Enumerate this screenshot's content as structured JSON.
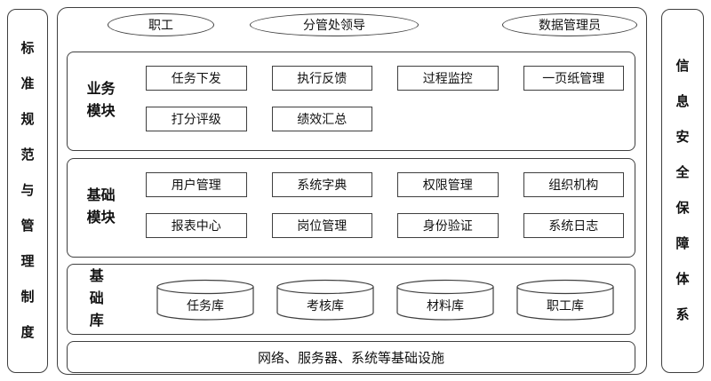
{
  "colors": {
    "ink": "#3f3f3f",
    "background": "#ffffff"
  },
  "diagram": {
    "left_pillar": "标准规范与管理制度",
    "right_pillar": "信息安全保障体系",
    "actors": [
      "职工",
      "分管处领导",
      "数据管理员"
    ],
    "business": {
      "label": "业务模块",
      "row1": [
        "任务下发",
        "执行反馈",
        "过程监控",
        "一页纸管理"
      ],
      "row2": [
        "打分评级",
        "绩效汇总"
      ]
    },
    "foundation": {
      "label": "基础模块",
      "row1": [
        "用户管理",
        "系统字典",
        "权限管理",
        "组织机构"
      ],
      "row2": [
        "报表中心",
        "岗位管理",
        "身份验证",
        "系统日志"
      ]
    },
    "databases": {
      "label": "基础库",
      "items": [
        "任务库",
        "考核库",
        "材料库",
        "职工库"
      ]
    },
    "infrastructure": "网络、服务器、系统等基础设施"
  }
}
